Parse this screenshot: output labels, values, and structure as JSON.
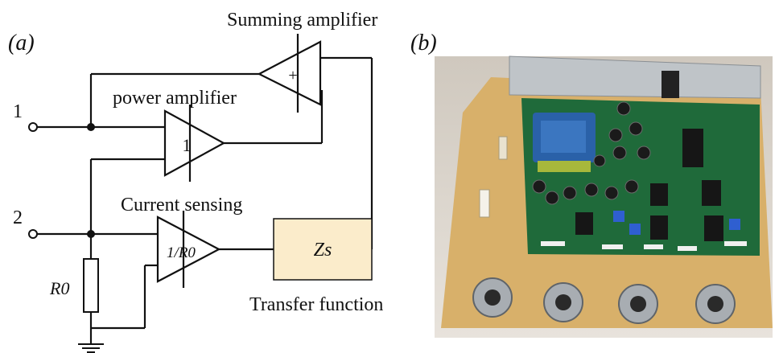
{
  "panel_a": {
    "label": "(a)",
    "terminal_1": "1",
    "terminal_2": "2",
    "summing_amplifier": "Summing amplifier",
    "summing_sign": "+",
    "power_amplifier": "power amplifier",
    "power_gain": "1",
    "current_sensing": "Current sensing",
    "sensing_gain": "1/R0",
    "resistor": "R0",
    "zs_block": "Zs",
    "transfer_function": "Transfer function",
    "block_color": "#fbeccb"
  },
  "panel_b": {
    "label": "(b)",
    "board_color": "#1f6a3a",
    "base_color": "#d8b06a"
  }
}
